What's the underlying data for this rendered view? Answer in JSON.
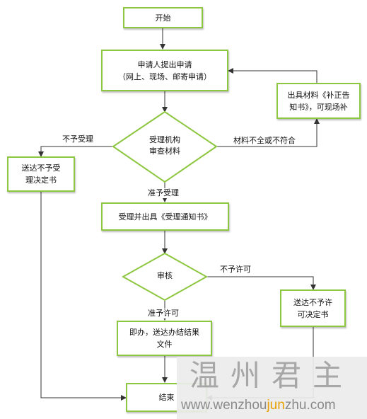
{
  "nodes": {
    "start": "开始",
    "apply_line1": "申请人提出申请",
    "apply_line2": "（网上、现场、邮寄申请）",
    "supplement_line1": "出具材料《补正告",
    "supplement_line2": "知书》，可现场补",
    "review_line1": "受理机构",
    "review_line2": "审查材料",
    "reject_line1": "送达不予受",
    "reject_line2": "理决定书",
    "accept_notice": "受理并出具《受理通知书》",
    "audit": "审核",
    "deny_permit_line1": "送达不予许",
    "deny_permit_line2": "可决定书",
    "immediate_line1": "即办，送达办结结果",
    "immediate_line2": "文件",
    "end": "结束"
  },
  "edge_labels": {
    "no_accept": "不予受理",
    "incomplete": "材料不全或不符合",
    "accept": "准予受理",
    "no_permit": "不予许可",
    "permit": "准予许可"
  },
  "watermark": {
    "name": "温州君主",
    "url_part1": "www.wenzhou",
    "url_part2": "jun",
    "url_part3": "zhu.com"
  },
  "colors": {
    "box_border": "#8dc63f",
    "line": "#333333",
    "watermark_accent": "#e8a000"
  }
}
